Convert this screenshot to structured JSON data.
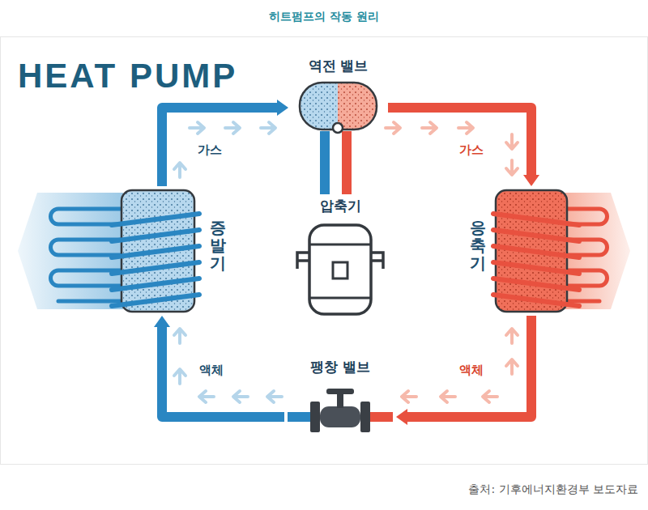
{
  "diagram": {
    "title": "히트펌프의 작동 원리",
    "caption": "출처: 기후에너지환경부 보도자료",
    "nodes": [
      {
        "text": [
          "역전 밸브"
        ]
      },
      {
        "text": [
          "증발기"
        ]
      },
      {
        "text": [
          "압축기"
        ]
      },
      {
        "text": [
          "응축기"
        ]
      },
      {
        "text": [
          "팽창 밸브"
        ]
      }
    ],
    "edges": [
      {
        "from": 0,
        "to": 3,
        "arrow": "to"
      },
      {
        "from": 3,
        "to": 4,
        "arrow": "to"
      },
      {
        "from": 4,
        "to": 1,
        "arrow": "to"
      },
      {
        "from": 1,
        "to": 0,
        "arrow": "to"
      },
      {
        "from": 0,
        "to": 2,
        "arrow": "none"
      },
      {
        "from": 2,
        "to": 0,
        "arrow": "none"
      }
    ],
    "labels": [
      "HEAT PUMP",
      "가스",
      "가스",
      "액체",
      "액체"
    ]
  }
}
